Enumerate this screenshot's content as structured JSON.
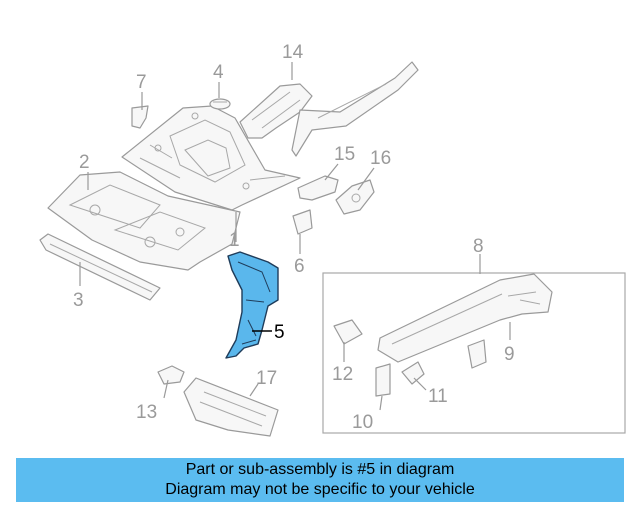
{
  "callouts": {
    "c1": "1",
    "c2": "2",
    "c3": "3",
    "c4": "4",
    "c5": "5",
    "c6": "6",
    "c7": "7",
    "c8": "8",
    "c9": "9",
    "c10": "10",
    "c11": "11",
    "c12": "12",
    "c13": "13",
    "c14": "14",
    "c15": "15",
    "c16": "16",
    "c17": "17"
  },
  "highlight_color": "#5ab7ec",
  "banner": {
    "background": "#5bbcf0",
    "line1": "Part or sub-assembly is #5 in diagram",
    "line2": "Diagram may not be specific to your vehicle"
  }
}
